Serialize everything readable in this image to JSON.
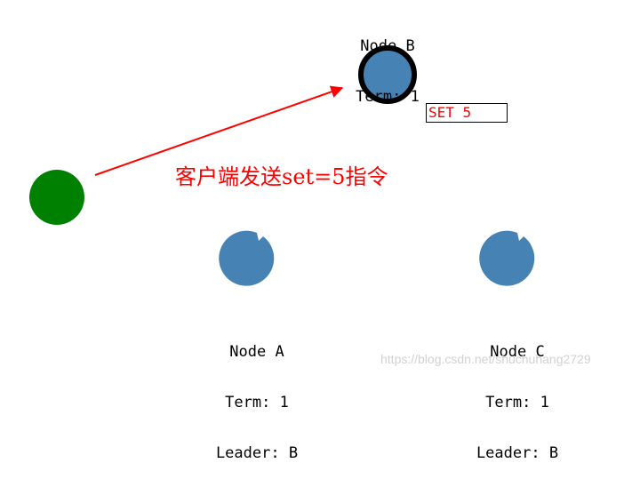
{
  "node_b": {
    "name": "Node B",
    "term": "Term: 1"
  },
  "node_a": {
    "name": "Node A",
    "term": "Term: 1",
    "leader": "Leader: B"
  },
  "node_c": {
    "name": "Node C",
    "term": "Term: 1",
    "leader": "Leader: B"
  },
  "command_box": "SET 5",
  "caption": "客户端发送set=5指令",
  "watermark": "https://blog.csdn.net/shuchuhang2729",
  "colors": {
    "node_fill": "#4682b4",
    "client_fill": "#008000",
    "leader_border": "#000000",
    "arrow": "#ff0000",
    "text_red": "#ff0000"
  }
}
